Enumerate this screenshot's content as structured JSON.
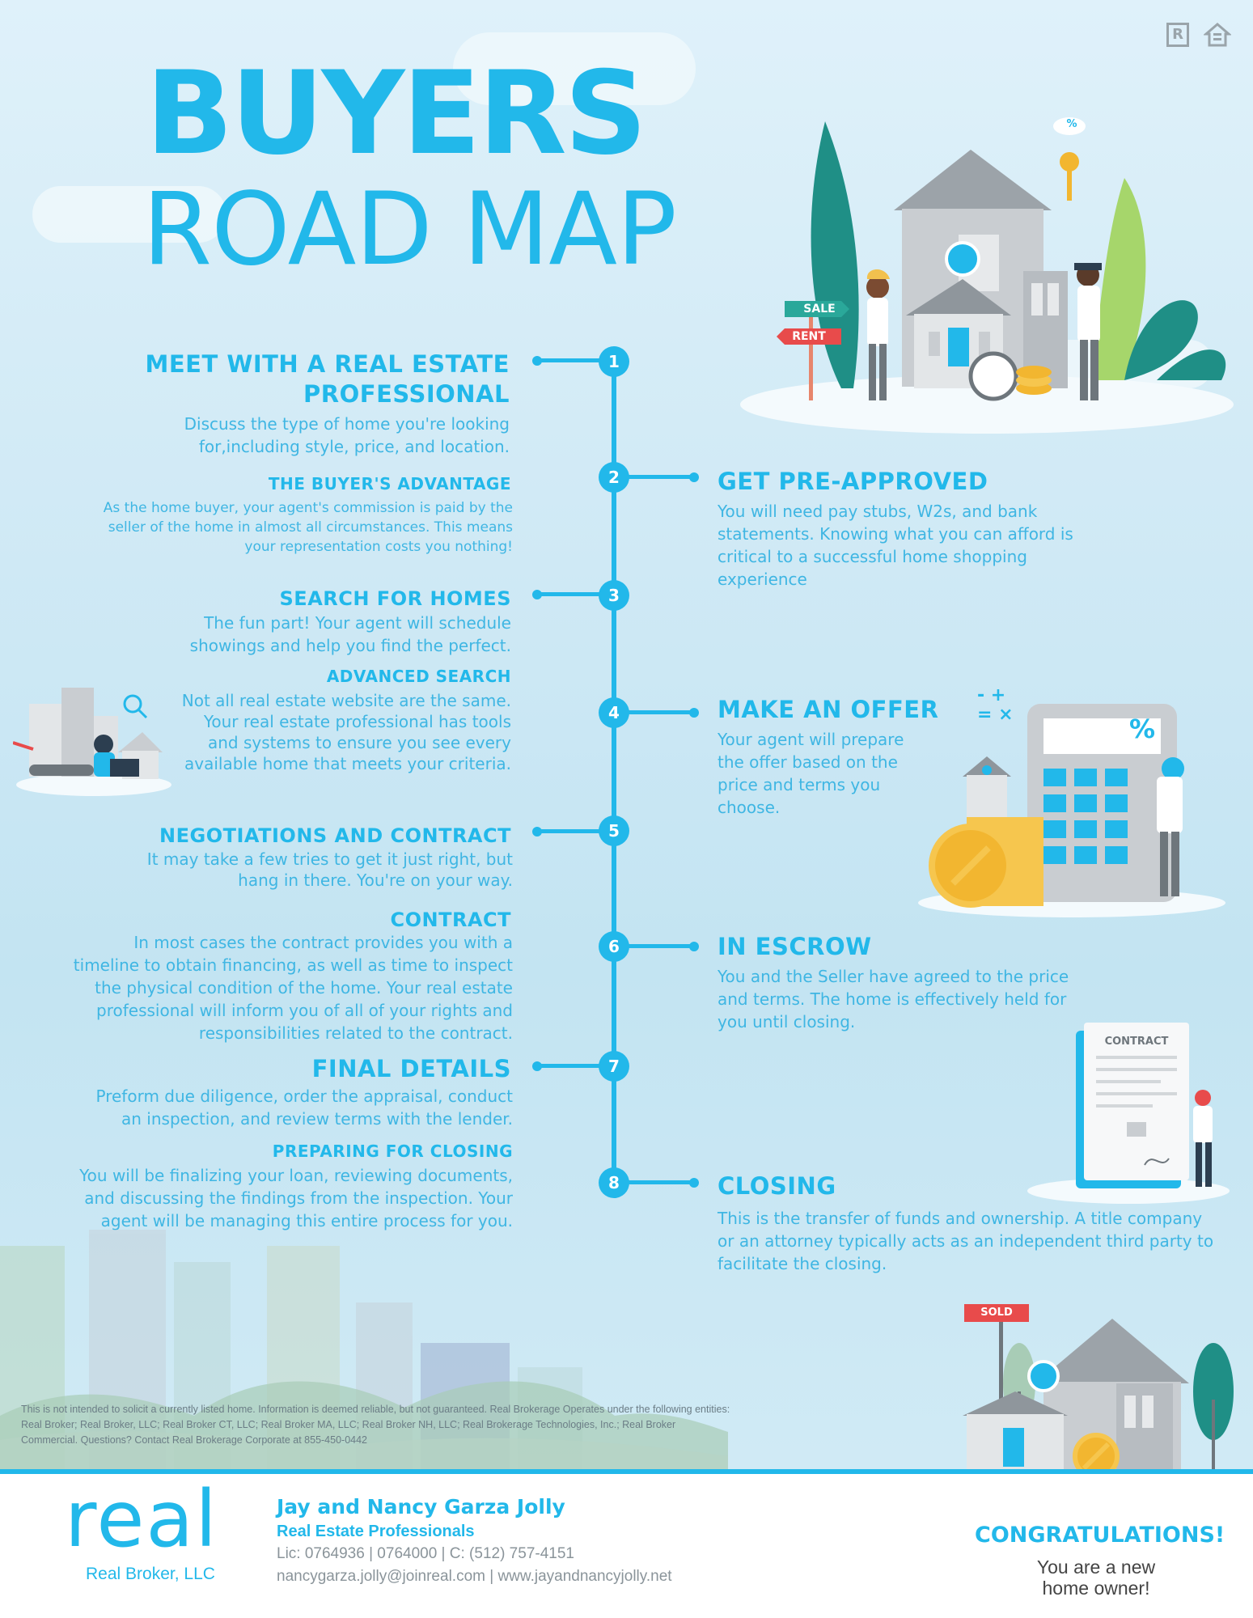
{
  "title": {
    "line1": "BUYERS",
    "line2": "ROAD MAP"
  },
  "steps": [
    {
      "number": "1",
      "heading": "MEET WITH A REAL ESTATE PROFESSIONAL",
      "text": "Discuss the type of home you're looking for,including style, price, and location.",
      "sub_heading": "THE BUYER'S ADVANTAGE",
      "sub_text": "As the home buyer, your agent's commission is paid by the seller of the home in almost all circumstances. This means your representation costs you nothing!"
    },
    {
      "number": "2",
      "heading": "GET PRE-APPROVED",
      "text": "You will need pay stubs, W2s, and bank statements. Knowing what you can afford is critical to a successful home shopping experience"
    },
    {
      "number": "3",
      "heading": "SEARCH FOR HOMES",
      "text": "The fun part! Your agent will schedule showings and help you find the perfect.",
      "sub_heading": "ADVANCED SEARCH",
      "sub_text": "Not all real estate website are the same. Your real estate professional has tools and systems to ensure you see every available home that meets your criteria."
    },
    {
      "number": "4",
      "heading": "MAKE AN OFFER",
      "text": "Your agent will prepare the offer based on the price and terms you choose."
    },
    {
      "number": "5",
      "heading": "NEGOTIATIONS AND CONTRACT",
      "text": "It may take a few tries to get it just right, but hang in there. You're on your way.",
      "sub_heading": "CONTRACT",
      "sub_text": "In most cases the contract provides you with a timeline to obtain financing, as well as time to inspect the physical condition of the home. Your real estate professional will inform you of all of your rights and responsibilities related to the contract."
    },
    {
      "number": "6",
      "heading": "IN ESCROW",
      "text": "You and the Seller have agreed to the price and terms. The home is effectively held for you until closing."
    },
    {
      "number": "7",
      "heading": "FINAL DETAILS",
      "text": "Preform due diligence, order the appraisal, conduct an inspection, and review terms with the lender.",
      "sub_heading": "PREPARING FOR CLOSING",
      "sub_text": "You will be finalizing your loan, reviewing documents, and discussing the findings from the inspection. Your agent will be managing this entire process for you."
    },
    {
      "number": "8",
      "heading": "CLOSING",
      "text": "This is the transfer of funds and ownership. A title company or an attorney typically acts as an independent third party to facilitate the closing."
    }
  ],
  "illustrations": {
    "sale_sign": "SALE",
    "rent_sign": "RENT",
    "percent_tag": "%",
    "calc_percent": "%",
    "calc_ops": "- +\n= ×",
    "contract_label": "CONTRACT",
    "sold_sign": "SOLD"
  },
  "disclaimer": "This is not intended to solicit a currently listed home. Information is deemed reliable, but not guaranteed. Real Brokerage Operates under the following entities: Real Broker; Real Broker, LLC; Real Broker CT, LLC; Real Broker MA, LLC; Real Broker NH, LLC; Real Brokerage Technologies, Inc.; Real Broker Commercial. Questions? Contact Real Brokerage Corporate at 855-450-0442",
  "footer": {
    "logo_text": "real",
    "company": "Real Broker, LLC",
    "agent_name": "Jay and Nancy Garza Jolly",
    "agent_title": "Real Estate Professionals",
    "license": "Lic: 0764936 | 0764000 | C: (512) 757-4151",
    "contact": "nancygarza.jolly@joinreal.com | www.jayandnancyjolly.net",
    "congrats": "CONGRATULATIONS!",
    "congrats_sub": "You are a new home owner!"
  },
  "colors": {
    "accent": "#22b8ea",
    "text": "#3fb6e3",
    "sign_red": "#e84b4b",
    "sign_green": "#2aa89a"
  },
  "icons": [
    "realtor-icon",
    "equal-housing-icon"
  ]
}
